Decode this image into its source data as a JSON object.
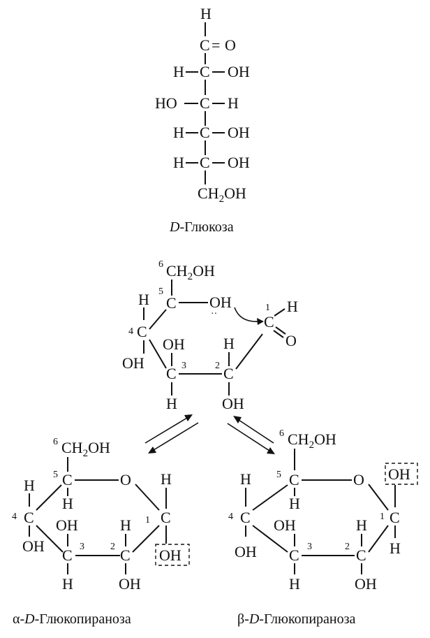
{
  "atoms": {
    "H": "H",
    "C": "C",
    "O": "O",
    "OH": "OH",
    "HO": "HO",
    "CH": "CH",
    "two": "2",
    "eq": "="
  },
  "carbon_numbers": [
    "1",
    "2",
    "3",
    "4",
    "5",
    "6"
  ],
  "lone_pair": "··",
  "captions": {
    "open_chain": "D-Глюкоза",
    "alpha": "α-D-Глюкопираноза",
    "beta": "β-D-Глюкопираноза"
  },
  "caption_parts": {
    "open_chain": {
      "italic": "D",
      "rest": "-Глюкоза"
    },
    "alpha": {
      "prefix": "α-",
      "italic": "D",
      "rest": "-Глюкопираноза"
    },
    "beta": {
      "prefix": "β-",
      "italic": "D",
      "rest": "-Глюкопираноза"
    }
  }
}
